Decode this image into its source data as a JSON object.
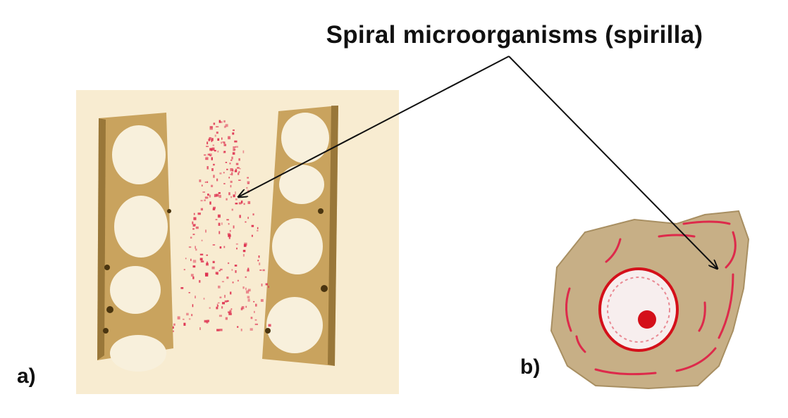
{
  "figure": {
    "title": "Spiral microorganisms (spirilla)",
    "panels": [
      {
        "label": "a)"
      },
      {
        "label": "b)"
      }
    ],
    "colors": {
      "background": "#ffffff",
      "slide_background": "#f8ecd1",
      "tissue_brown": "#c9a35e",
      "tissue_dark": "#7a5a22",
      "cell_light": "#f8f0dc",
      "spirilla_red": "#dd2a4b",
      "cell_tan": "#c7af86",
      "nucleus_red": "#d4101a",
      "arrow": "#111111"
    }
  }
}
